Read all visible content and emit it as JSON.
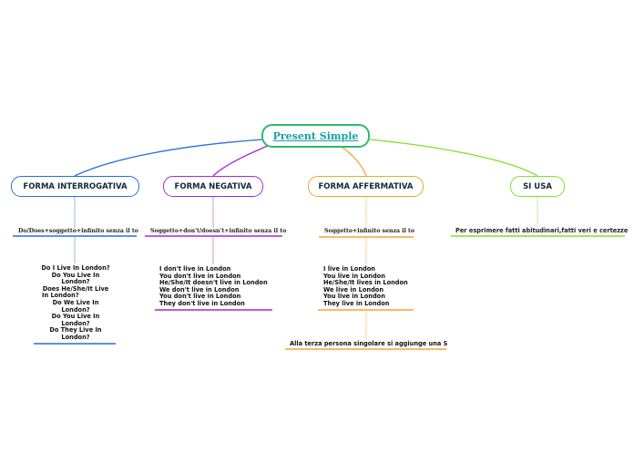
{
  "root": {
    "label": "Present Simple"
  },
  "branches": [
    {
      "label": "FORMA INTERROGATIVA",
      "color": "#2a6fd6",
      "rule": "Do/Does+soggetto+infinito senza il to",
      "examples": [
        "Do I Live In London?",
        "Do You Live In",
        "London?",
        "Does He/She/It Live",
        "In London?",
        "Do We Live In",
        "London?",
        "Do You Live In",
        "London?",
        "Do They Live In",
        "London?"
      ]
    },
    {
      "label": "FORMA NEGATIVA",
      "color": "#a52ad6",
      "rule": "Soggetto+don't/doesn't+infinito senza il to",
      "examples": [
        "I don't live in London",
        "You don't live in London",
        "He/She/It doesn't live in London",
        "We don't live in London",
        "You don't live in London",
        "They don't live in London"
      ]
    },
    {
      "label": "FORMA AFFERMATIVA",
      "color": "#f2a531",
      "rule": "Soggetto+infinito senza il to",
      "examples": [
        "I live in London",
        "You live in London",
        "He/She/It lives in London",
        "We live in London",
        "You live in London",
        "They live in London"
      ],
      "note": "Alla terza persona singolare si aggiunge una S"
    },
    {
      "label": "SI USA",
      "color": "#7fe02a",
      "rule": "Per esprimere fatti abitudinari,fatti veri e certezze"
    }
  ]
}
